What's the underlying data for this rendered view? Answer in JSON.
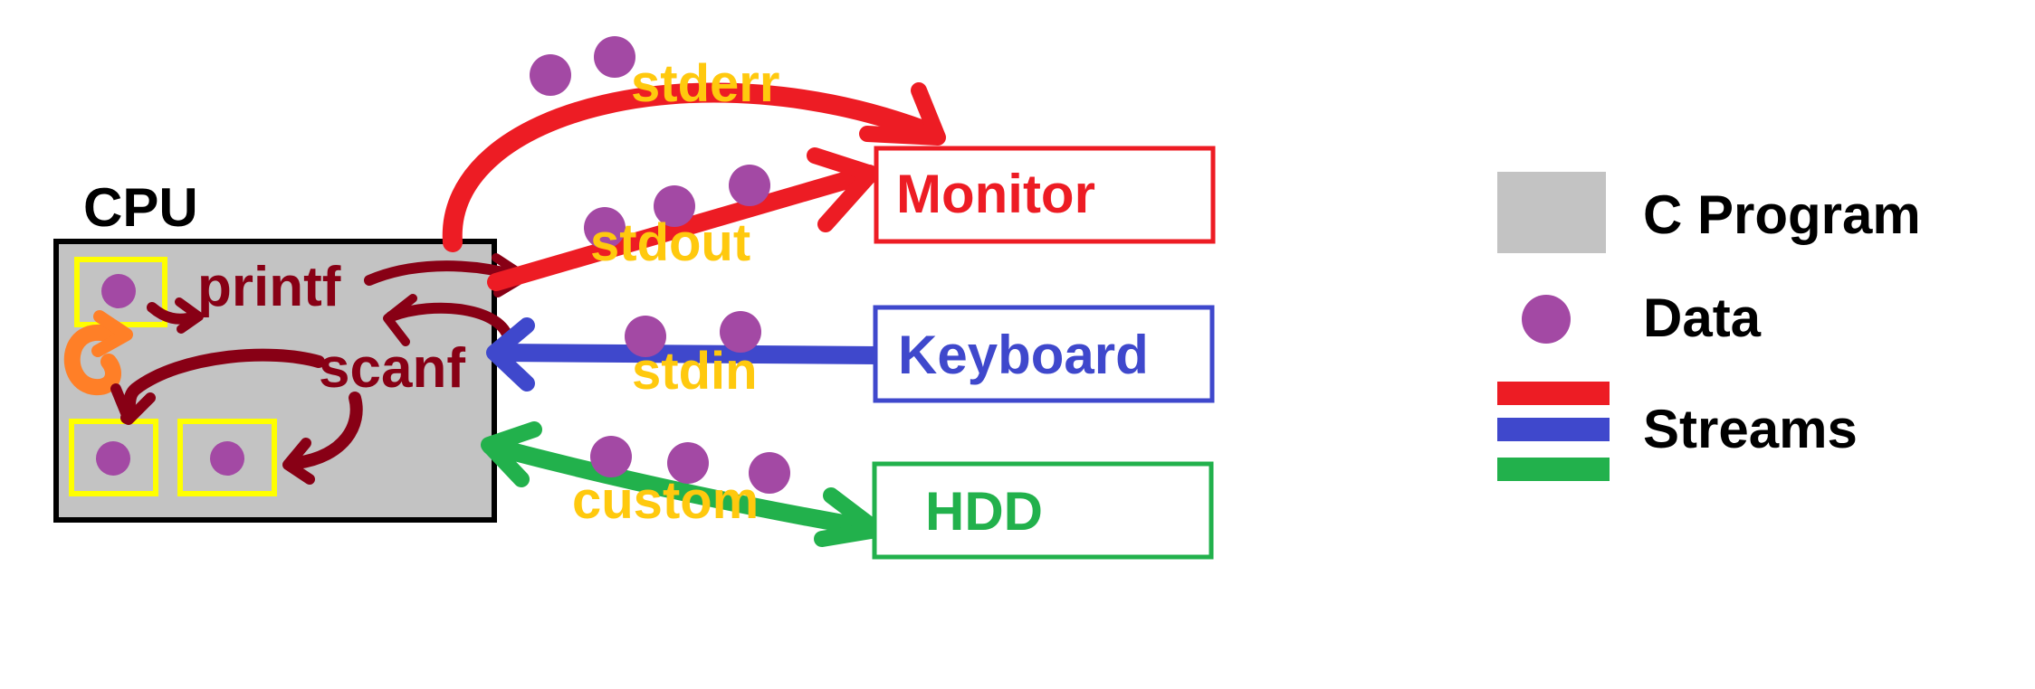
{
  "cpu": {
    "label": "CPU",
    "fill_color": "#c3c3c3",
    "cell_border_color": "#ffff00"
  },
  "functions": {
    "printf": "printf",
    "scanf": "scanf",
    "color": "#880015"
  },
  "devices": {
    "monitor": {
      "label": "Monitor",
      "color": "#ed1c24"
    },
    "keyboard": {
      "label": "Keyboard",
      "color": "#3f48cc"
    },
    "hdd": {
      "label": "HDD",
      "color": "#22b14c"
    }
  },
  "streams": {
    "stderr": "stderr",
    "stdout": "stdout",
    "stdin": "stdin",
    "custom": "custom",
    "label_color": "#ffc90e"
  },
  "legend": {
    "program": "C Program",
    "data": "Data",
    "streams": "Streams"
  },
  "colors": {
    "data_dot": "#a349a4",
    "loop_arrow": "#ff7f27",
    "stderr_arrow": "#ed1c24",
    "stdout_arrow": "#ed1c24",
    "stdin_arrow": "#3f48cc",
    "custom_arrow": "#22b14c",
    "legend_swatch_gray": "#c3c3c3"
  }
}
